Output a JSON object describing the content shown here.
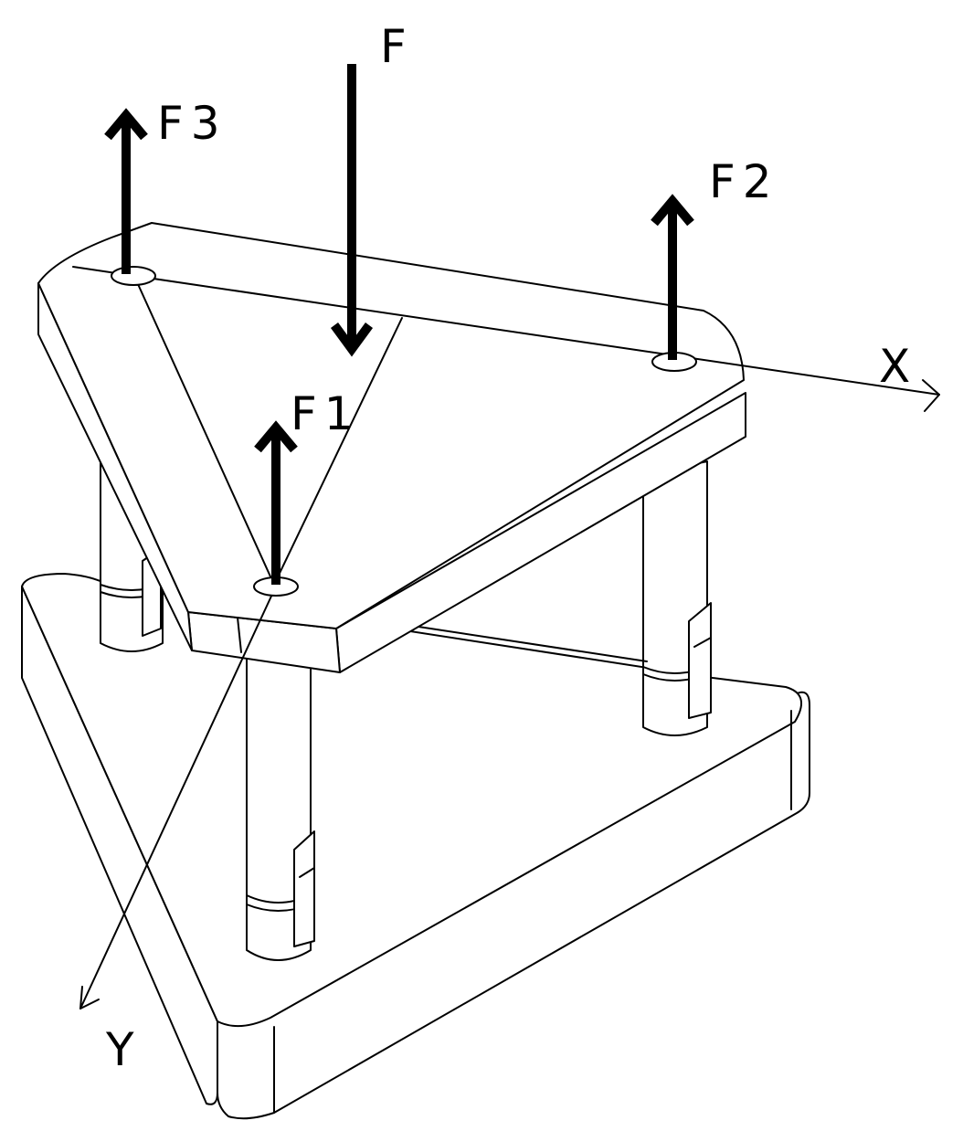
{
  "labels": {
    "force_total": "F",
    "force_1": "F1",
    "force_2": "F2",
    "force_3": "F3",
    "axis_x": "X",
    "axis_y": "Y"
  }
}
